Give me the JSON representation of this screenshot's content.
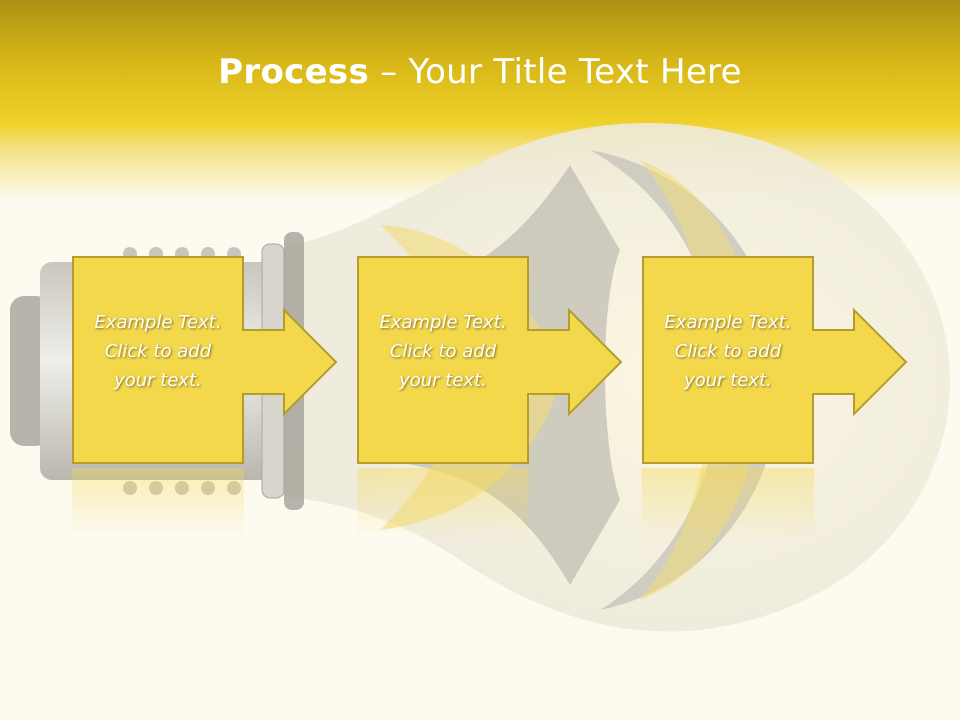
{
  "slide": {
    "title_bold": "Process",
    "title_rest": " – Your Title Text Here"
  },
  "colors": {
    "header_top": "#ab9114",
    "header_mid": "#efd12a",
    "background": "#fdfaf0",
    "box_fill": "#f3d84c",
    "box_border": "#b59c2c"
  },
  "steps": [
    {
      "line1": "Example Text.",
      "line2": "Click  to add",
      "line3": "your text."
    },
    {
      "line1": "Example Text.",
      "line2": "Click  to add",
      "line3": "your text."
    },
    {
      "line1": "Example Text.",
      "line2": "Click  to add",
      "line3": "your text."
    }
  ]
}
